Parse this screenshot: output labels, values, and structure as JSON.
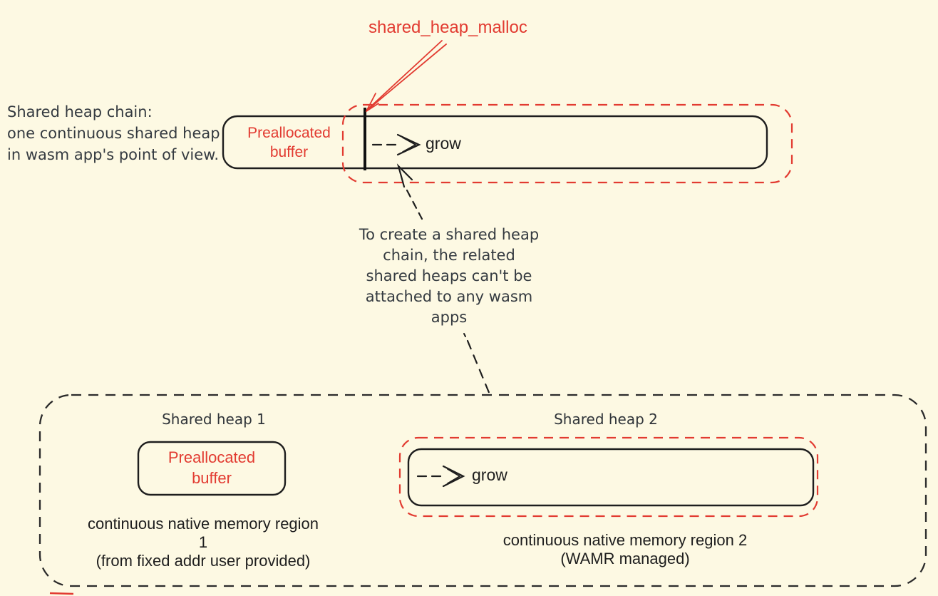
{
  "diagram": {
    "top_section": {
      "malloc_label": "shared_heap_malloc",
      "intro_text": "Shared heap chain:\none continuous shared heap\nin wasm app's point of view.",
      "preallocated_label": "Preallocated\nbuffer",
      "grow_label": "grow",
      "note_text": "To create a shared heap\nchain, the related\nshared heaps can't be\nattached to any wasm\napps"
    },
    "bottom_section": {
      "heap1": {
        "title": "Shared heap 1",
        "box_label": "Preallocated\nbuffer",
        "caption": "continuous native memory region 1\n(from fixed addr user provided)"
      },
      "heap2": {
        "title": "Shared heap 2",
        "grow_label": "grow",
        "caption": "continuous native memory region 2\n(WAMR managed)"
      }
    },
    "colors": {
      "background": "#FDF9E3",
      "red_accent": "#E23B31",
      "ink": "#1E1E1E",
      "text": "#343A40"
    },
    "icons": [
      "red-callout-arrow-icon",
      "grow-dashed-arrow-icon",
      "dashed-connector-arrow-icon"
    ]
  }
}
